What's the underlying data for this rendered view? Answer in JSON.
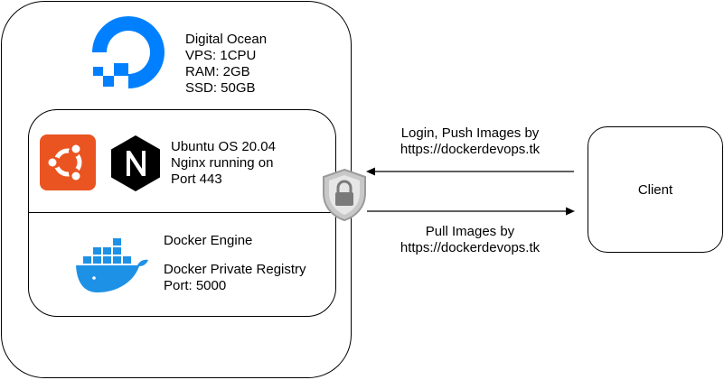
{
  "server": {
    "provider": "Digital Ocean",
    "vps": "VPS: 1CPU",
    "ram": "RAM: 2GB",
    "ssd": "SSD: 50GB"
  },
  "host": {
    "os": "Ubuntu OS 20.04",
    "nginx_line1": "Nginx running on",
    "nginx_line2": "Port 443"
  },
  "docker": {
    "engine": "Docker Engine",
    "registry": "Docker Private Registry",
    "port": "Port: 5000"
  },
  "client": {
    "label": "Client"
  },
  "arrows": {
    "push_line1": "Login, Push Images by",
    "push_line2": "https://dockerdevops.tk",
    "pull_line1": "Pull Images by",
    "pull_line2": "https://dockerdevops.tk"
  },
  "icons": {
    "digitalocean": "digitalocean-logo-icon",
    "ubuntu": "ubuntu-logo-icon",
    "nginx": "nginx-logo-icon",
    "docker": "docker-whale-icon",
    "ssl": "ssl-shield-lock-icon"
  },
  "colors": {
    "digitalocean": "#0080ff",
    "ubuntu": "#e95420",
    "nginx_bg": "#000000",
    "docker": "#1d91e6",
    "shield": "#c0c0c0"
  }
}
